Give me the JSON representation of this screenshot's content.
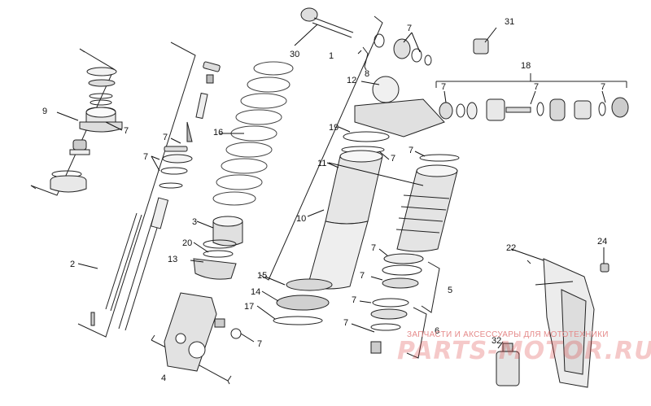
{
  "watermark": {
    "caption": "ЗАПЧАСТИ И АКСЕССУАРЫ ДЛЯ МОТОТЕХНИКИ",
    "logo": "PARTS-MOTOR.RU",
    "color": "#e58a8a"
  },
  "callouts": [
    {
      "id": "c-30",
      "text": "30"
    },
    {
      "id": "c-31",
      "text": "31"
    },
    {
      "id": "c-1",
      "text": "1"
    },
    {
      "id": "c-7a",
      "text": "7"
    },
    {
      "id": "c-8",
      "text": "8"
    },
    {
      "id": "c-18",
      "text": "18"
    },
    {
      "id": "c-12",
      "text": "12"
    },
    {
      "id": "c-9",
      "text": "9"
    },
    {
      "id": "c-7b",
      "text": "7"
    },
    {
      "id": "c-16",
      "text": "16"
    },
    {
      "id": "c-7c",
      "text": "7"
    },
    {
      "id": "c-7d",
      "text": "7"
    },
    {
      "id": "c-19",
      "text": "19"
    },
    {
      "id": "c-7e",
      "text": "7"
    },
    {
      "id": "c-7f",
      "text": "7"
    },
    {
      "id": "c-11",
      "text": "11"
    },
    {
      "id": "c-10",
      "text": "10"
    },
    {
      "id": "c-3",
      "text": "3"
    },
    {
      "id": "c-20",
      "text": "20"
    },
    {
      "id": "c-13",
      "text": "13"
    },
    {
      "id": "c-2",
      "text": "2"
    },
    {
      "id": "c-15",
      "text": "15"
    },
    {
      "id": "c-14",
      "text": "14"
    },
    {
      "id": "c-17",
      "text": "17"
    },
    {
      "id": "c-7g",
      "text": "7"
    },
    {
      "id": "c-4",
      "text": "4"
    },
    {
      "id": "c-7h",
      "text": "7"
    },
    {
      "id": "c-7i",
      "text": "7"
    },
    {
      "id": "c-5",
      "text": "5"
    },
    {
      "id": "c-7j",
      "text": "7"
    },
    {
      "id": "c-7k",
      "text": "7"
    },
    {
      "id": "c-6",
      "text": "6"
    },
    {
      "id": "c-32",
      "text": "32"
    },
    {
      "id": "c-22",
      "text": "22"
    },
    {
      "id": "c-24",
      "text": "24"
    },
    {
      "id": "c-7l",
      "text": "7"
    },
    {
      "id": "c-7m",
      "text": "7"
    },
    {
      "id": "c-7n",
      "text": "7"
    }
  ]
}
